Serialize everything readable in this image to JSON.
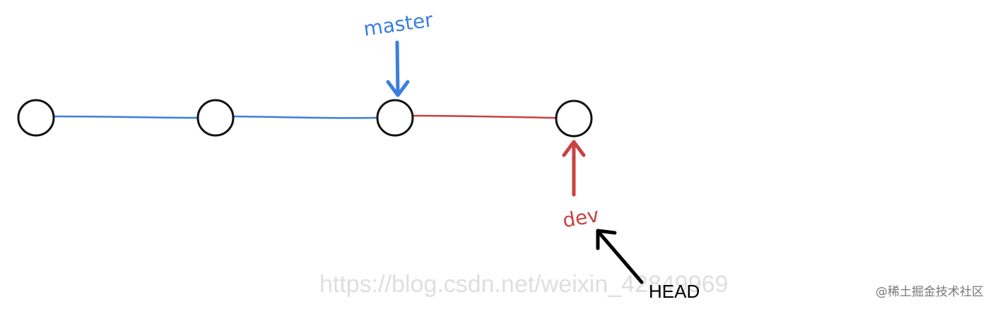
{
  "diagram": {
    "commits": [
      {
        "id": "c1"
      },
      {
        "id": "c2"
      },
      {
        "id": "c3"
      },
      {
        "id": "c4"
      }
    ],
    "edges": [
      {
        "from": "c1",
        "to": "c2",
        "color": "#3b7fdc"
      },
      {
        "from": "c2",
        "to": "c3",
        "color": "#3b7fdc"
      },
      {
        "from": "c3",
        "to": "c4",
        "color": "#c94141"
      }
    ],
    "labels": {
      "master": "master",
      "dev": "dev",
      "head": "HEAD"
    }
  },
  "colors": {
    "master": "#3b7fdc",
    "dev": "#c94141",
    "head": "#000000",
    "node_stroke": "#111111",
    "node_fill": "#ffffff"
  },
  "watermark": {
    "url": "https://blog.csdn.net/weixin_42849969",
    "corner": "@稀土掘金技术社区"
  }
}
